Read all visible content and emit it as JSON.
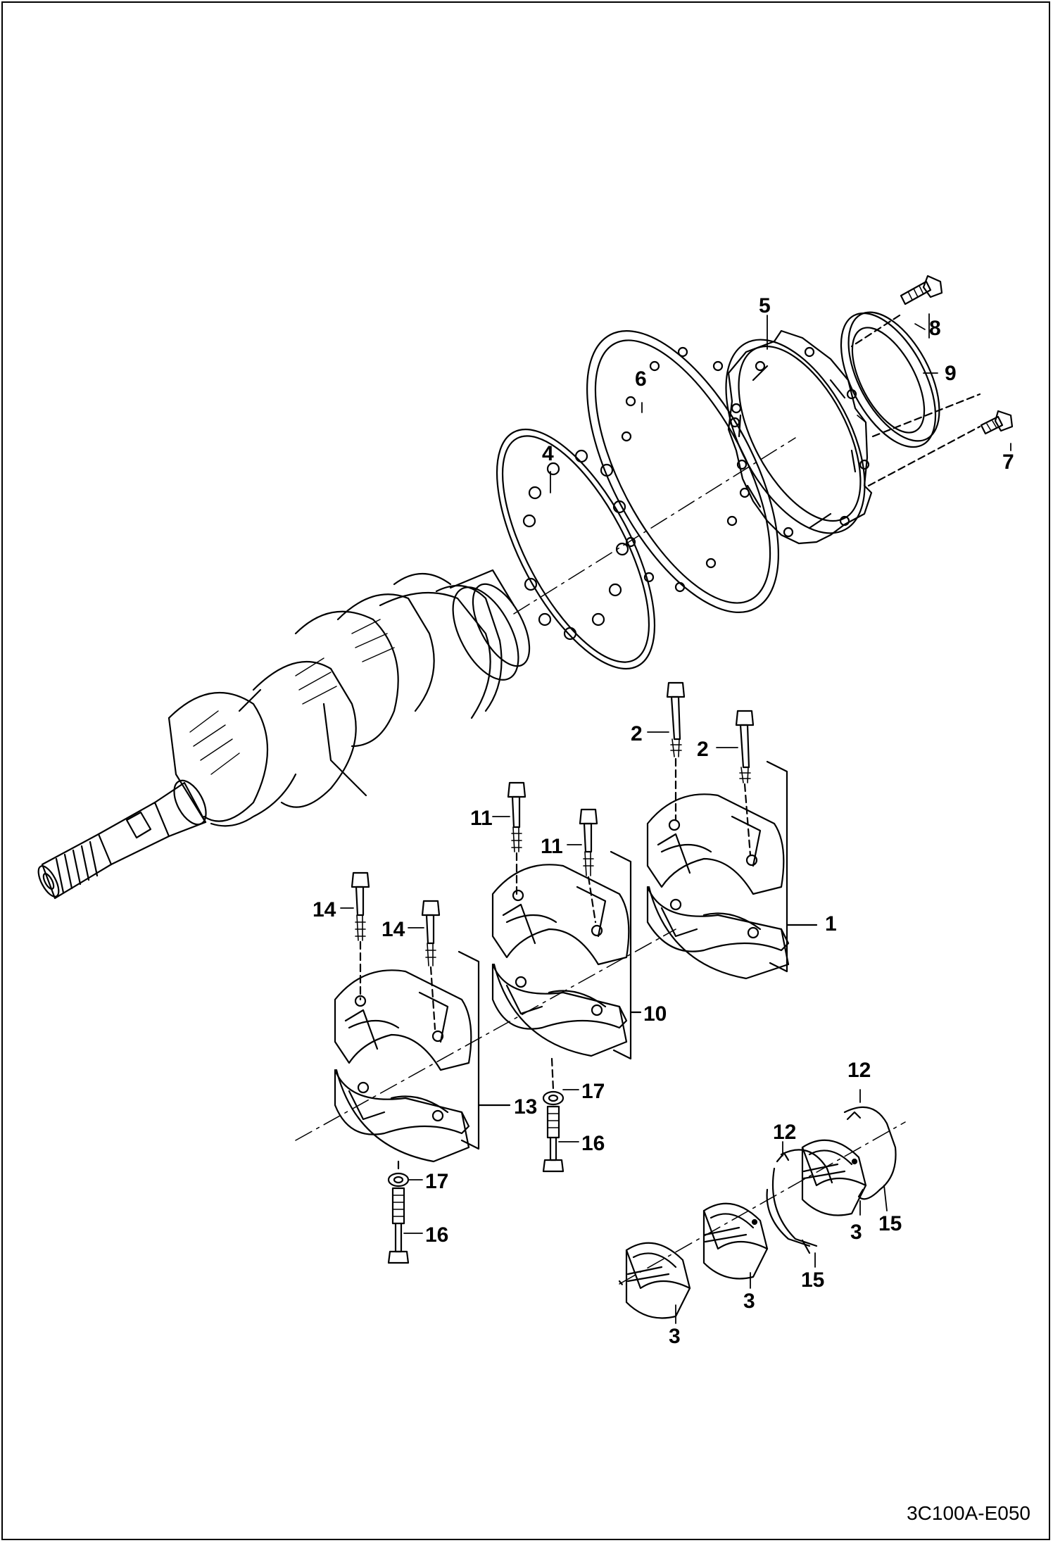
{
  "labels": {
    "l1": "1",
    "l2a": "2",
    "l2b": "2",
    "l3a": "3",
    "l3b": "3",
    "l3c": "3",
    "l4": "4",
    "l5": "5",
    "l6": "6",
    "l7": "7",
    "l8": "8",
    "l9": "9",
    "l10": "10",
    "l11a": "11",
    "l11b": "11",
    "l12a": "12",
    "l12b": "12",
    "l13": "13",
    "l14a": "14",
    "l14b": "14",
    "l15a": "15",
    "l15b": "15",
    "l16a": "16",
    "l16b": "16",
    "l17a": "17",
    "l17b": "17"
  },
  "drawing_code": "3C100A-E050",
  "colors": {
    "line": "#000000",
    "background": "#ffffff"
  }
}
